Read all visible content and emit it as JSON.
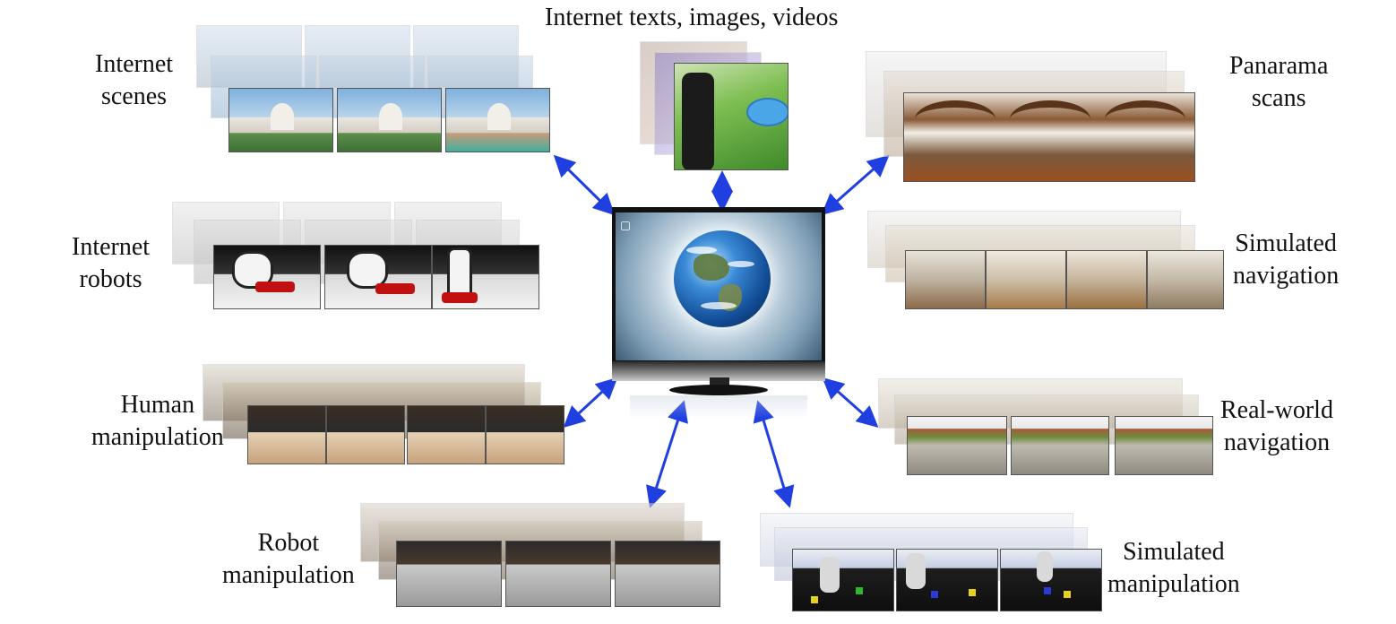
{
  "labels": {
    "internet_texts": "Internet texts, images, videos",
    "internet_scenes": "Internet\nscenes",
    "panorama_scans": "Panarama\nscans",
    "internet_robots": "Internet\nrobots",
    "simulated_navigation": "Simulated\nnavigation",
    "human_manipulation": "Human\nmanipulation",
    "real_world_navigation": "Real-world\nnavigation",
    "robot_manipulation": "Robot\nmanipulation",
    "simulated_manipulation": "Simulated\nmanipulation"
  },
  "colors": {
    "arrow": "#1f3fe0",
    "frame_border": "#555555"
  },
  "icons": {
    "center": "earth-globe-monitor"
  }
}
